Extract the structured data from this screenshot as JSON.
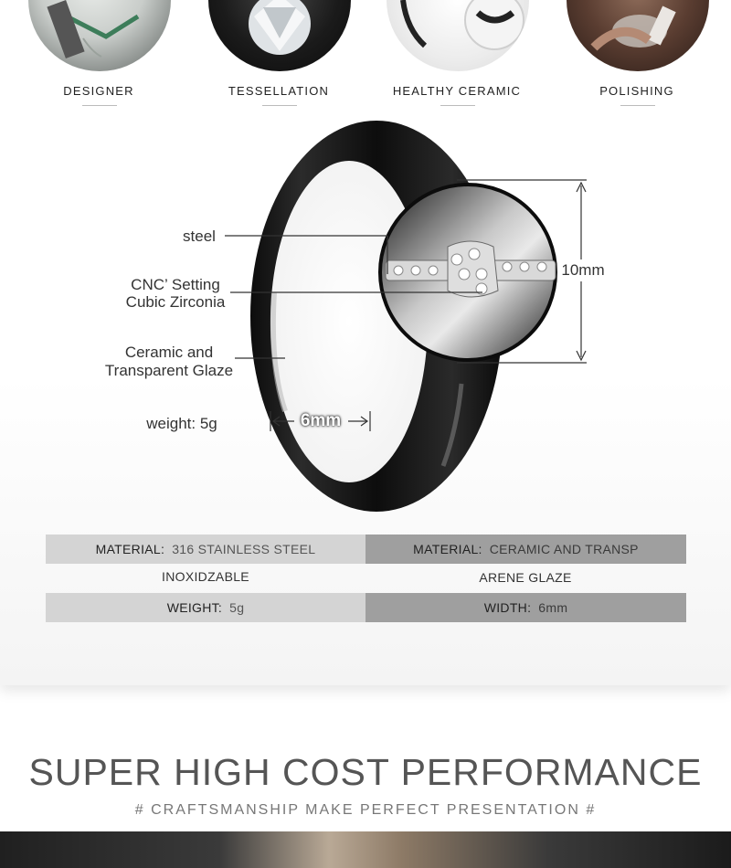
{
  "features": [
    {
      "label": "DESIGNER",
      "image": "designer-sketch-image"
    },
    {
      "label": "TESSELLATION",
      "image": "diamond-stone-image"
    },
    {
      "label": "HEALTHY CERAMIC",
      "image": "ceramic-ring-image"
    },
    {
      "label": "POLISHING",
      "image": "polishing-hands-image"
    }
  ],
  "diagram": {
    "steel": "steel",
    "setting_line1": "CNC’ Setting",
    "setting_line2": "Cubic Zirconia",
    "glaze_line1": "Ceramic and",
    "glaze_line2": "Transparent Glaze",
    "weight": "weight: 5g",
    "width_dim": "6mm",
    "height_dim": "10mm"
  },
  "specs": {
    "row1": {
      "left_key": "MATERIAL:",
      "left_val": "316 STAINLESS STEEL",
      "right_key": "MATERIAL:",
      "right_val": "CERAMIC AND TRANSP"
    },
    "row1_cont": {
      "left": "INOXIDZABLE",
      "right": "ARENE GLAZE"
    },
    "row2": {
      "left_key": "WEIGHT:",
      "left_val": "5g",
      "right_key": "WIDTH:",
      "right_val": "6mm"
    }
  },
  "promo": {
    "headline": "SUPER HIGH COST PERFORMANCE",
    "subline": "# CRAFTSMANSHIP MAKE  PERFECT PRESENTATION #"
  },
  "colors": {
    "table_light": "#d4d4d4",
    "table_dark": "#9f9f9f",
    "ring": "#151515"
  }
}
